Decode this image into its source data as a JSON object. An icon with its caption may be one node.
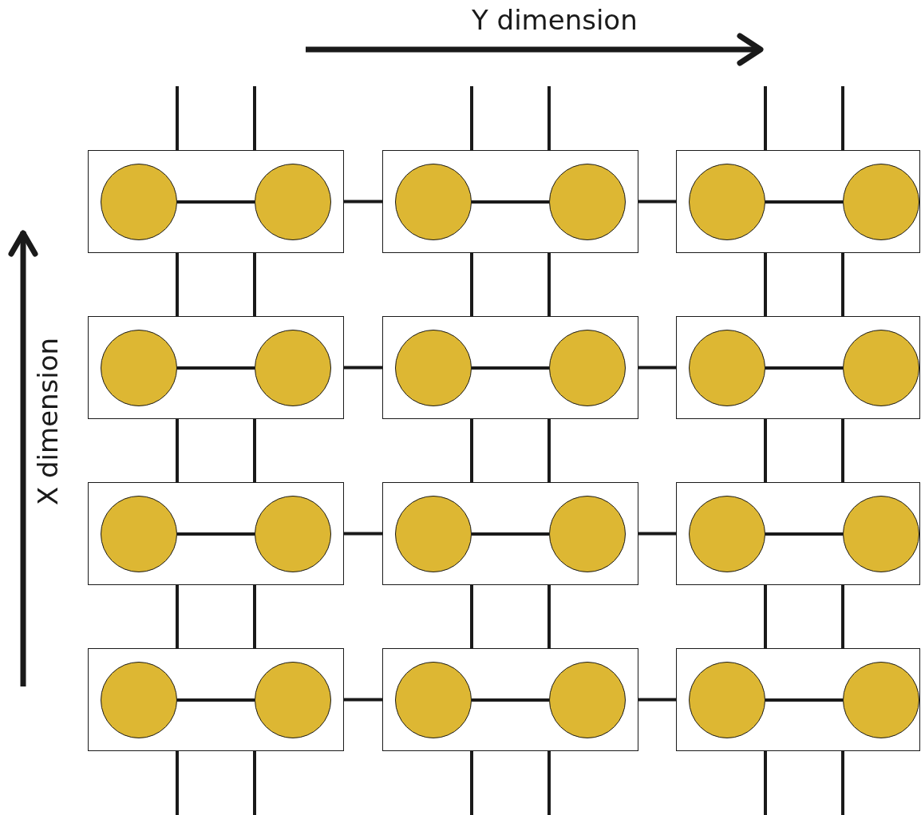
{
  "diagram": {
    "nodes": [
      {
        "text": [],
        "shape": "box"
      },
      {
        "text": [],
        "shape": "circle",
        "in": 0
      },
      {
        "text": [],
        "shape": "circle",
        "in": 0
      },
      {
        "text": [],
        "shape": "box"
      },
      {
        "text": [],
        "shape": "circle",
        "in": 3
      },
      {
        "text": [],
        "shape": "circle",
        "in": 3
      },
      {
        "text": [],
        "shape": "box"
      },
      {
        "text": [],
        "shape": "circle",
        "in": 6
      },
      {
        "text": [],
        "shape": "circle",
        "in": 6
      },
      {
        "text": [],
        "shape": "box"
      },
      {
        "text": [],
        "shape": "circle",
        "in": 9
      },
      {
        "text": [],
        "shape": "circle",
        "in": 9
      },
      {
        "text": [],
        "shape": "box"
      },
      {
        "text": [],
        "shape": "circle",
        "in": 12
      },
      {
        "text": [],
        "shape": "circle",
        "in": 12
      },
      {
        "text": [],
        "shape": "box"
      },
      {
        "text": [],
        "shape": "circle",
        "in": 15
      },
      {
        "text": [],
        "shape": "circle",
        "in": 15
      },
      {
        "text": [],
        "shape": "box"
      },
      {
        "text": [],
        "shape": "circle",
        "in": 18
      },
      {
        "text": [],
        "shape": "circle",
        "in": 18
      },
      {
        "text": [],
        "shape": "box"
      },
      {
        "text": [],
        "shape": "circle",
        "in": 21
      },
      {
        "text": [],
        "shape": "circle",
        "in": 21
      },
      {
        "text": [],
        "shape": "box"
      },
      {
        "text": [],
        "shape": "circle",
        "in": 24
      },
      {
        "text": [],
        "shape": "circle",
        "in": 24
      },
      {
        "text": [],
        "shape": "box"
      },
      {
        "text": [],
        "shape": "circle",
        "in": 27
      },
      {
        "text": [],
        "shape": "circle",
        "in": 27
      },
      {
        "text": [],
        "shape": "box"
      },
      {
        "text": [],
        "shape": "circle",
        "in": 30
      },
      {
        "text": [],
        "shape": "circle",
        "in": 30
      },
      {
        "text": [],
        "shape": "box"
      },
      {
        "text": [],
        "shape": "circle",
        "in": 33
      },
      {
        "text": [],
        "shape": "circle",
        "in": 33
      }
    ],
    "edges": [
      {
        "from": 1,
        "to": 2,
        "arrow": "none"
      },
      {
        "from": 4,
        "to": 5,
        "arrow": "none"
      },
      {
        "from": 7,
        "to": 8,
        "arrow": "none"
      },
      {
        "from": 10,
        "to": 11,
        "arrow": "none"
      },
      {
        "from": 13,
        "to": 14,
        "arrow": "none"
      },
      {
        "from": 16,
        "to": 17,
        "arrow": "none"
      },
      {
        "from": 19,
        "to": 20,
        "arrow": "none"
      },
      {
        "from": 22,
        "to": 23,
        "arrow": "none"
      },
      {
        "from": 25,
        "to": 26,
        "arrow": "none"
      },
      {
        "from": 28,
        "to": 29,
        "arrow": "none"
      },
      {
        "from": 31,
        "to": 32,
        "arrow": "none"
      },
      {
        "from": 34,
        "to": 35,
        "arrow": "none"
      },
      {
        "from": 0,
        "to": 3,
        "arrow": "none"
      },
      {
        "from": 3,
        "to": 6,
        "arrow": "none"
      },
      {
        "from": 9,
        "to": 12,
        "arrow": "none"
      },
      {
        "from": 12,
        "to": 15,
        "arrow": "none"
      },
      {
        "from": 18,
        "to": 21,
        "arrow": "none"
      },
      {
        "from": 21,
        "to": 24,
        "arrow": "none"
      },
      {
        "from": 27,
        "to": 30,
        "arrow": "none"
      },
      {
        "from": 30,
        "to": 33,
        "arrow": "none"
      },
      {
        "from": null,
        "to": 0,
        "arrow": "none"
      },
      {
        "from": null,
        "to": 0,
        "arrow": "none"
      },
      {
        "from": null,
        "to": 3,
        "arrow": "none"
      },
      {
        "from": null,
        "to": 3,
        "arrow": "none"
      },
      {
        "from": null,
        "to": 6,
        "arrow": "none"
      },
      {
        "from": null,
        "to": 6,
        "arrow": "none"
      },
      {
        "from": 0,
        "to": 9,
        "arrow": "none"
      },
      {
        "from": 0,
        "to": 9,
        "arrow": "none"
      },
      {
        "from": 3,
        "to": 12,
        "arrow": "none"
      },
      {
        "from": 3,
        "to": 12,
        "arrow": "none"
      },
      {
        "from": 6,
        "to": 15,
        "arrow": "none"
      },
      {
        "from": 6,
        "to": 15,
        "arrow": "none"
      },
      {
        "from": 9,
        "to": 18,
        "arrow": "none"
      },
      {
        "from": 9,
        "to": 18,
        "arrow": "none"
      },
      {
        "from": 12,
        "to": 21,
        "arrow": "none"
      },
      {
        "from": 12,
        "to": 21,
        "arrow": "none"
      },
      {
        "from": 15,
        "to": 24,
        "arrow": "none"
      },
      {
        "from": 15,
        "to": 24,
        "arrow": "none"
      },
      {
        "from": 18,
        "to": 27,
        "arrow": "none"
      },
      {
        "from": 18,
        "to": 27,
        "arrow": "none"
      },
      {
        "from": 21,
        "to": 30,
        "arrow": "none"
      },
      {
        "from": 21,
        "to": 30,
        "arrow": "none"
      },
      {
        "from": 24,
        "to": 33,
        "arrow": "none"
      },
      {
        "from": 24,
        "to": 33,
        "arrow": "none"
      },
      {
        "from": 27,
        "to": null,
        "arrow": "none"
      },
      {
        "from": 27,
        "to": null,
        "arrow": "none"
      },
      {
        "from": 30,
        "to": null,
        "arrow": "none"
      },
      {
        "from": 30,
        "to": null,
        "arrow": "none"
      },
      {
        "from": 33,
        "to": null,
        "arrow": "none"
      },
      {
        "from": 33,
        "to": null,
        "arrow": "none"
      }
    ],
    "labels": [
      "Y dimension",
      "X dimension"
    ]
  }
}
